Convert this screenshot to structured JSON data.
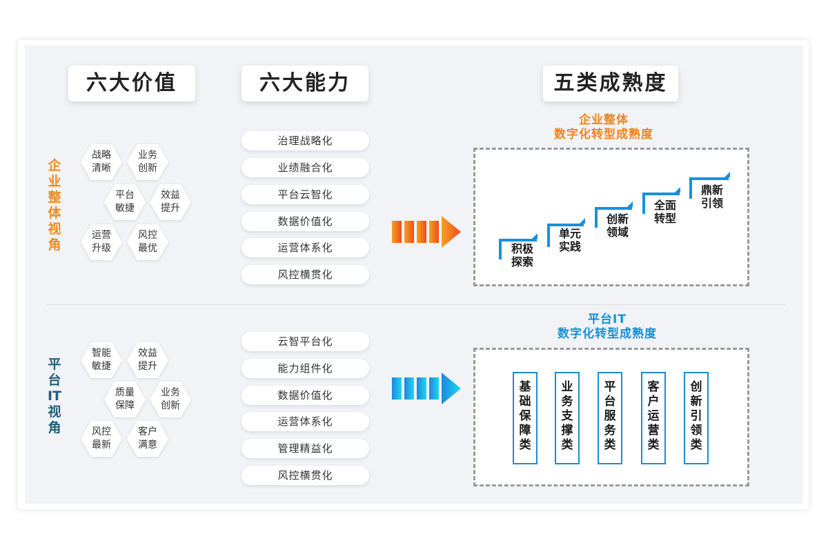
{
  "headers": {
    "values": "六大价值",
    "abilities": "六大能力",
    "maturity": "五类成熟度"
  },
  "enterprise": {
    "label": "企业整体视角",
    "hexes": [
      "战略清晰",
      "业务创新",
      "平台敏捷",
      "效益提升",
      "运营升级",
      "风控最优"
    ],
    "pills": [
      "治理战略化",
      "业绩融合化",
      "平台云智化",
      "数据价值化",
      "运营体系化",
      "风控横贯化"
    ],
    "title_line1": "企业整体",
    "title_line2": "数字化转型成熟度",
    "steps": [
      "积极探索",
      "单元实践",
      "创新领域",
      "全面转型",
      "鼎新引领"
    ],
    "arrow_colors": [
      "#f39a1e",
      "#f25822"
    ]
  },
  "platform": {
    "label": "平台IT视角",
    "hexes": [
      "智能敏捷",
      "效益提升",
      "质量保障",
      "业务创新",
      "风控最新",
      "客户满意"
    ],
    "pills": [
      "云智平台化",
      "能力组件化",
      "数据价值化",
      "运营体系化",
      "管理精益化",
      "风控横贯化"
    ],
    "title_line1": "平台IT",
    "title_line2": "数字化转型成熟度",
    "categories": [
      "基础保障类",
      "业务支撑类",
      "平台服务类",
      "客户运营类",
      "创新引领类"
    ],
    "arrow_colors": [
      "#1e8fe0",
      "#1fd0ee"
    ]
  }
}
